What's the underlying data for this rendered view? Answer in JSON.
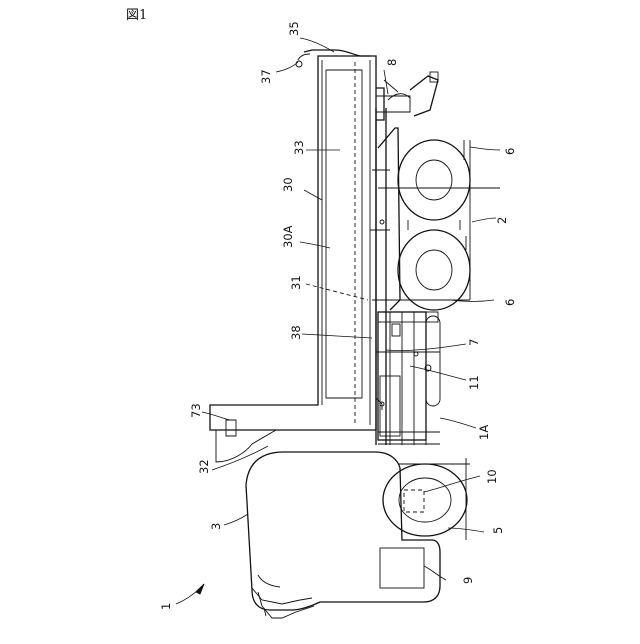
{
  "figure": {
    "title": "図1"
  },
  "labels": {
    "n1": "1",
    "n1a": "1A",
    "n2": "2",
    "n3": "3",
    "n5": "5",
    "n6a": "6",
    "n6b": "6",
    "n7": "7",
    "n8": "8",
    "n9": "9",
    "n10": "10",
    "n11": "11",
    "n30": "30",
    "n30a": "30A",
    "n31": "31",
    "n32": "32",
    "n33": "33",
    "n35": "35",
    "n37": "37",
    "n38": "38",
    "n73": "73"
  }
}
